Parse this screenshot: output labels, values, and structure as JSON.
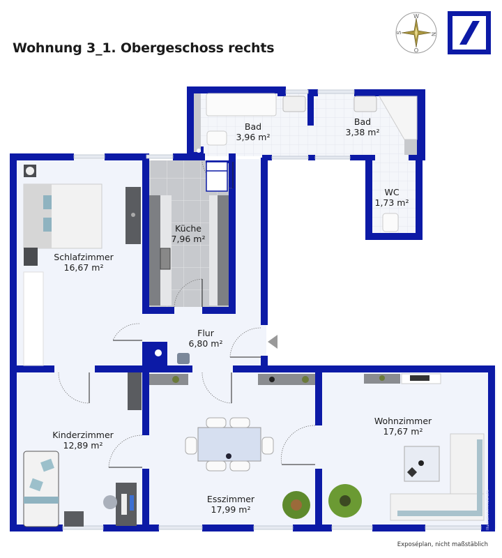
{
  "header": {
    "title": "Wohnung 3_1. Obergeschoss rechts",
    "compass": {
      "top": "W",
      "right": "N",
      "bottom": "O",
      "left": "S"
    },
    "logo_icon": "bank-logo-slash-square-icon"
  },
  "colors": {
    "wall": "#0c1aa6",
    "floor": "#f1f4fb",
    "tile": "#e7ebf3",
    "kitchen_floor": "#c9cbcf",
    "window": "#dde3ee"
  },
  "rooms": [
    {
      "id": "bad1",
      "name": "Bad",
      "area": "3,96 m²"
    },
    {
      "id": "bad2",
      "name": "Bad",
      "area": "3,38 m²"
    },
    {
      "id": "wc",
      "name": "WC",
      "area": "1,73 m²"
    },
    {
      "id": "kueche",
      "name": "Küche",
      "area": "7,96 m²"
    },
    {
      "id": "schlafzimmer",
      "name": "Schlafzimmer",
      "area": "16,67 m²"
    },
    {
      "id": "flur",
      "name": "Flur",
      "area": "6,80 m²"
    },
    {
      "id": "kinderzimmer",
      "name": "Kinderzimmer",
      "area": "12,89 m²"
    },
    {
      "id": "esszimmer",
      "name": "Esszimmer",
      "area": "17,99 m²"
    },
    {
      "id": "wohnzimmer",
      "name": "Wohnzimmer",
      "area": "17,67 m²"
    }
  ],
  "entrance_icon": "entrance-arrow-icon",
  "footer": {
    "note": "Exposéplan, nicht maßstäblich",
    "credit": "Illustration:ImmoGrafik"
  }
}
